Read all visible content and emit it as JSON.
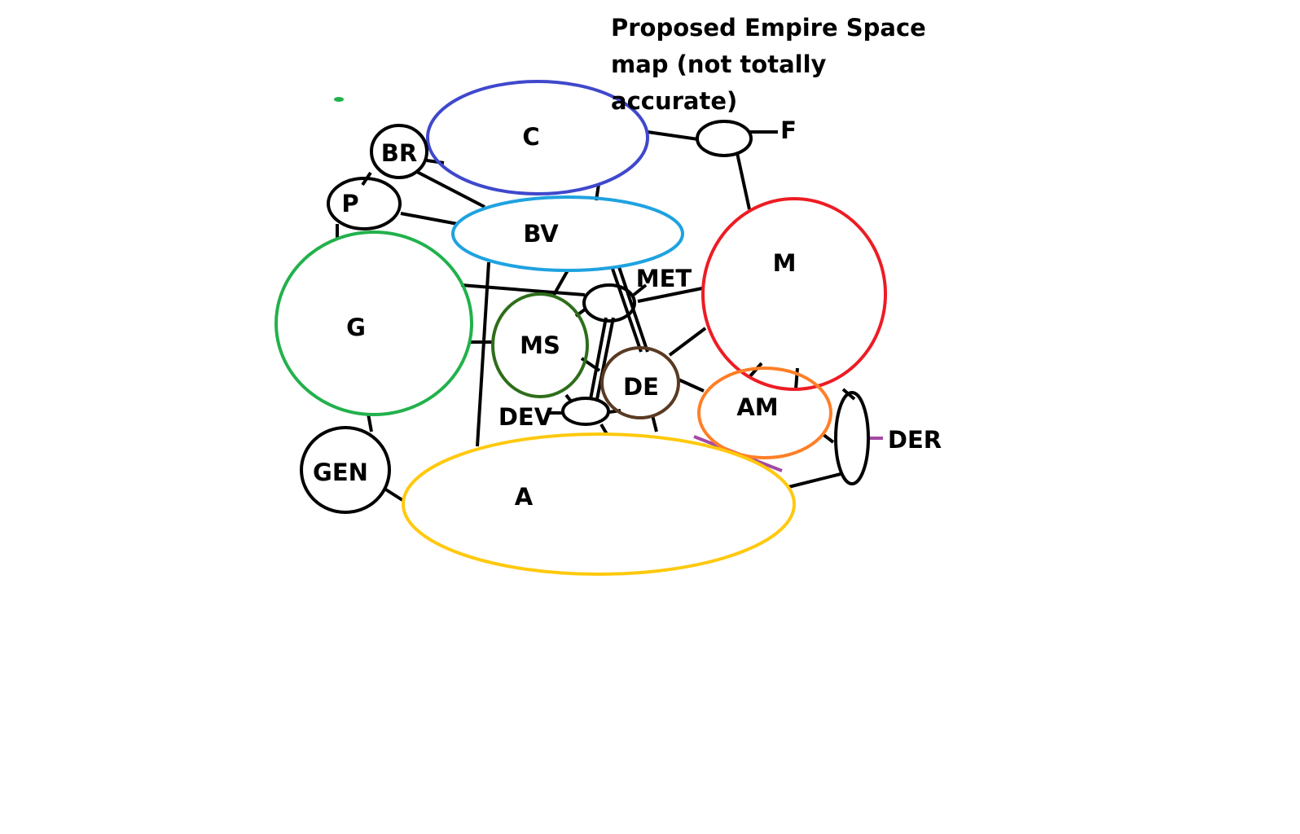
{
  "diagram": {
    "title": "Proposed Empire Space map (not totally accurate)"
  },
  "nodes": {
    "C": {
      "label": "C",
      "color": "#3f48cc"
    },
    "F": {
      "label": "F",
      "color": "#000000"
    },
    "BR": {
      "label": "BR",
      "color": "#000000"
    },
    "P": {
      "label": "P",
      "color": "#000000"
    },
    "BV": {
      "label": "BV",
      "color": "#1fa2e0"
    },
    "M": {
      "label": "M",
      "color": "#ed1c24"
    },
    "MET": {
      "label": "MET",
      "color": "#000000"
    },
    "G": {
      "label": "G",
      "color": "#22b14c"
    },
    "MS": {
      "label": "MS",
      "color": "#2e6e1a"
    },
    "DE": {
      "label": "DE",
      "color": "#5a3a22"
    },
    "AM": {
      "label": "AM",
      "color": "#ff7f27"
    },
    "DEV": {
      "label": "DEV",
      "color": "#000000"
    },
    "DER": {
      "label": "DER",
      "color": "#000000"
    },
    "GEN": {
      "label": "GEN",
      "color": "#000000"
    },
    "A": {
      "label": "A",
      "color": "#ffc90e"
    }
  },
  "links": [
    [
      "C",
      "F"
    ],
    [
      "C",
      "BR"
    ],
    [
      "C",
      "BV"
    ],
    [
      "F",
      "M"
    ],
    [
      "BR",
      "P"
    ],
    [
      "BR",
      "BV"
    ],
    [
      "P",
      "BV"
    ],
    [
      "P",
      "G"
    ],
    [
      "BV",
      "MET"
    ],
    [
      "BV",
      "A"
    ],
    [
      "G",
      "MET"
    ],
    [
      "G",
      "MS"
    ],
    [
      "G",
      "GEN"
    ],
    [
      "MET",
      "M"
    ],
    [
      "MET",
      "DE"
    ],
    [
      "MET",
      "DEV"
    ],
    [
      "MS",
      "DE"
    ],
    [
      "MS",
      "DEV"
    ],
    [
      "DE",
      "M"
    ],
    [
      "DE",
      "AM"
    ],
    [
      "DE",
      "A"
    ],
    [
      "DEV",
      "A"
    ],
    [
      "M",
      "AM"
    ],
    [
      "AM",
      "DER"
    ],
    [
      "DER",
      "A"
    ],
    [
      "GEN",
      "A"
    ]
  ],
  "special_links": [
    {
      "from": "AM",
      "to": "A",
      "color": "#a349a4"
    },
    {
      "from": "DER",
      "to": "DER",
      "color": "#a349a4"
    }
  ],
  "stray_mark_color": "#22b14c"
}
